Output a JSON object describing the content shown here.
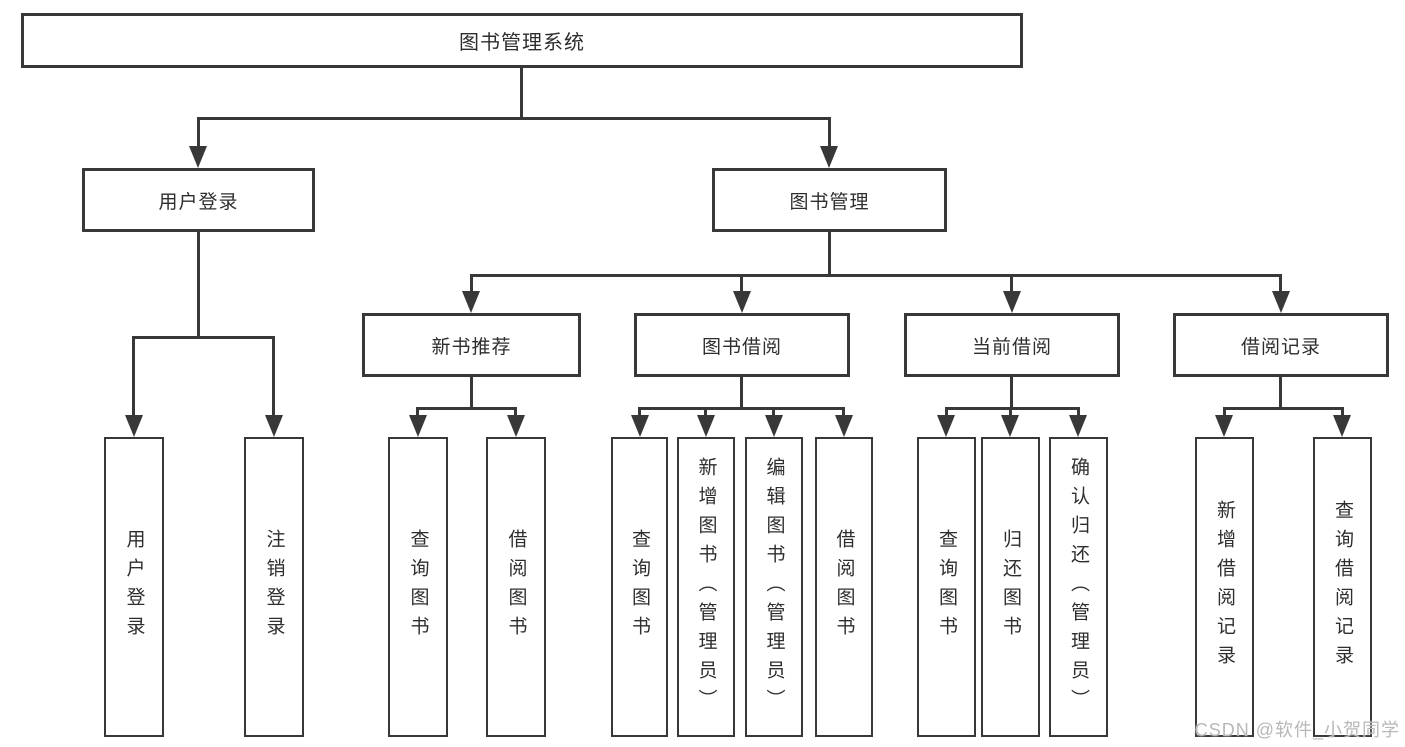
{
  "title": "图书管理系统",
  "level2": {
    "user_login": "用户登录",
    "book_mgmt": "图书管理"
  },
  "level3": {
    "new_book": "新书推荐",
    "book_borrow": "图书借阅",
    "current_borrow": "当前借阅",
    "borrow_record": "借阅记录"
  },
  "leaves": {
    "user_login": [
      "用户登录",
      "注销登录"
    ],
    "new_book": [
      "查询图书",
      "借阅图书"
    ],
    "book_borrow": [
      "查询图书",
      "新增图书（管理员）",
      "编辑图书（管理员）",
      "借阅图书"
    ],
    "current_borrow": [
      "查询图书",
      "归还图书",
      "确认归还（管理员）"
    ],
    "borrow_record": [
      "新增借阅记录",
      "查询借阅记录"
    ]
  },
  "watermark": "CSDN @软件_小贺同学",
  "colors": {
    "line": "#383838",
    "text": "#2e2e2e",
    "background": "#ffffff",
    "watermark": "#b8b8b8"
  }
}
